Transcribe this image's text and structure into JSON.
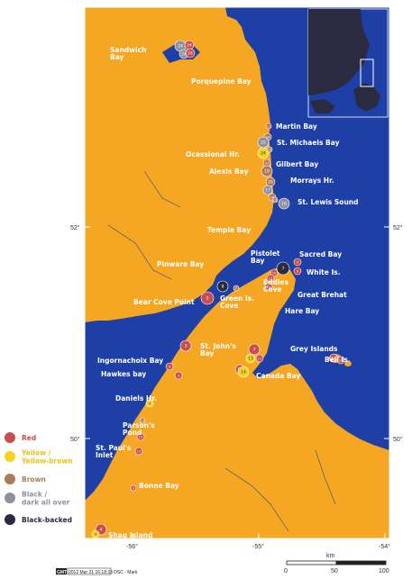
{
  "colors": {
    "ocean": "#1d3fa6",
    "land": "#f5a623",
    "red": "#c94f4f",
    "yellow": "#f4d21d",
    "brown": "#b07a5a",
    "grey": "#8f8fa0",
    "black": "#2a2a40"
  },
  "places": [
    {
      "name": "Sandwich\nBay"
    },
    {
      "name": "Porquepine Bay"
    },
    {
      "name": "Martin Bay"
    },
    {
      "name": "St. Michaels Bay"
    },
    {
      "name": "Ocassional Hr."
    },
    {
      "name": "Gilbert Bay"
    },
    {
      "name": "Alexis Bay"
    },
    {
      "name": "Morrays Hr."
    },
    {
      "name": "St. Lewis Sound"
    },
    {
      "name": "Temple Bay"
    },
    {
      "name": "Sacred Bay"
    },
    {
      "name": "Pistolet\nBay"
    },
    {
      "name": "White Is."
    },
    {
      "name": "Pinware Bay"
    },
    {
      "name": "Eddies\nCove"
    },
    {
      "name": "Great Brehat"
    },
    {
      "name": "Bear Cove Point"
    },
    {
      "name": "Green Is.\nCove"
    },
    {
      "name": "Hare Bay"
    },
    {
      "name": "St. John's\nBay"
    },
    {
      "name": "Grey Islands"
    },
    {
      "name": "Bell Is."
    },
    {
      "name": "Ingornachoix Bay"
    },
    {
      "name": "Canada Bay"
    },
    {
      "name": "Hawkes bay"
    },
    {
      "name": "Daniels Hr."
    },
    {
      "name": "Parson's\nPond"
    },
    {
      "name": "St. Paul's\nInlet"
    },
    {
      "name": "Bonne Bay"
    },
    {
      "name": "Shag Island"
    }
  ],
  "legend": [
    {
      "label": "Red",
      "color": "red"
    },
    {
      "label": "Yellow /\nYellow-brown",
      "color": "yellow"
    },
    {
      "label": "Brown",
      "color": "brown"
    },
    {
      "label": "Black /\ndark all over",
      "color": "grey"
    },
    {
      "label": "Black-backed",
      "color": "black"
    }
  ],
  "axis": {
    "lat_left": [
      "52°",
      "50°"
    ],
    "lat_right": [
      "52°",
      "50°"
    ],
    "lon": [
      "-56°",
      "-55°",
      "-54°"
    ]
  },
  "scale": {
    "unit": "km",
    "ticks": [
      "0",
      "50",
      "100"
    ]
  },
  "footer": {
    "badge": "GMT",
    "stamp": "2012 Mar 21 16:18:33",
    "tag": "OSC - Mark"
  },
  "markers": [
    {
      "n": "24",
      "c": "grey"
    },
    {
      "n": "24",
      "c": "red"
    },
    {
      "n": "24",
      "c": "grey"
    },
    {
      "n": "24",
      "c": "red"
    },
    {
      "n": "22",
      "c": "red"
    },
    {
      "n": "24",
      "c": "brown"
    },
    {
      "n": "25",
      "c": "grey"
    },
    {
      "n": "24",
      "c": "yellow"
    },
    {
      "n": "23",
      "c": "brown"
    },
    {
      "n": "23",
      "c": "brown"
    },
    {
      "n": "19",
      "c": "brown"
    },
    {
      "n": "20",
      "c": "brown"
    },
    {
      "n": "17",
      "c": "grey"
    },
    {
      "n": "16",
      "c": "brown"
    },
    {
      "n": "16",
      "c": "grey"
    },
    {
      "n": "15",
      "c": "brown"
    },
    {
      "n": "9",
      "c": "red"
    },
    {
      "n": "9",
      "c": "red"
    },
    {
      "n": "7",
      "c": "black"
    },
    {
      "n": "10",
      "c": "red"
    },
    {
      "n": "12",
      "c": "red"
    },
    {
      "n": "8",
      "c": "black"
    },
    {
      "n": "7",
      "c": "brown"
    },
    {
      "n": "5",
      "c": "red"
    },
    {
      "n": "11",
      "c": "red"
    },
    {
      "n": "3",
      "c": "red"
    },
    {
      "n": "7",
      "c": "red"
    },
    {
      "n": "13",
      "c": "yellow"
    },
    {
      "n": "11",
      "c": "red"
    },
    {
      "n": "12",
      "c": "red"
    },
    {
      "n": "14",
      "c": "yellow"
    },
    {
      "n": "13",
      "c": "red"
    },
    {
      "n": "14",
      "c": "red"
    },
    {
      "n": "3",
      "c": "red"
    },
    {
      "n": "3",
      "c": "red"
    },
    {
      "n": "4",
      "c": "yellow"
    },
    {
      "n": "13",
      "c": "brown"
    },
    {
      "n": "13",
      "c": "red"
    },
    {
      "n": "13",
      "c": "red"
    },
    {
      "n": "4",
      "c": "red"
    },
    {
      "n": "4",
      "c": "red"
    },
    {
      "n": "4",
      "c": "yellow"
    }
  ]
}
